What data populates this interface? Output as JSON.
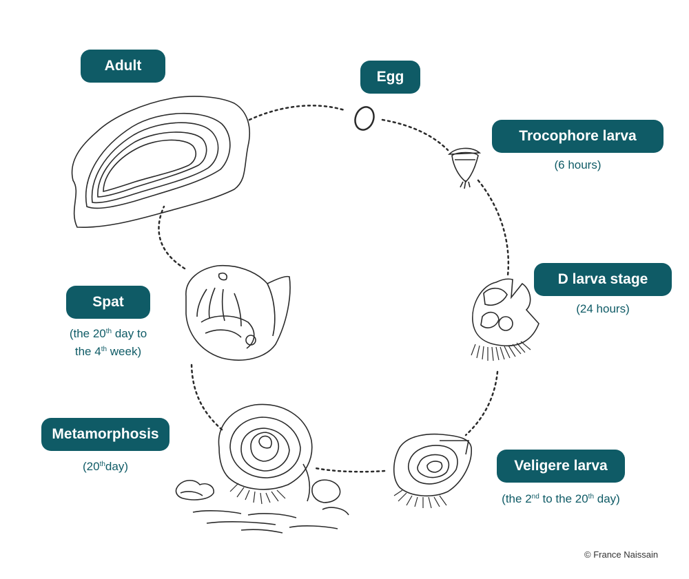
{
  "colors": {
    "accent": "#0f5b66",
    "line": "#2a2a2a"
  },
  "stages": {
    "adult": {
      "label": "Adult"
    },
    "egg": {
      "label": "Egg"
    },
    "trocho": {
      "label": "Trocophore larva",
      "time": "(6 hours)"
    },
    "dlarva": {
      "label": "D larva stage",
      "time": "(24 hours)"
    },
    "veliger": {
      "label": "Veligere larva",
      "time_a": "(the 2",
      "time_sup1": "nd",
      "time_b": " to the 20",
      "time_sup2": "th",
      "time_c": " day)"
    },
    "metamorphosis": {
      "label": "Metamorphosis",
      "time_a": "(20",
      "time_sup": "th",
      "time_b": "day)"
    },
    "spat": {
      "label": "Spat",
      "time_l1a": "(the 20",
      "time_l1sup": "th",
      "time_l1b": " day to",
      "time_l2a": "the 4",
      "time_l2sup": "th",
      "time_l2b": " week)"
    }
  },
  "credit": "© France Naissain"
}
